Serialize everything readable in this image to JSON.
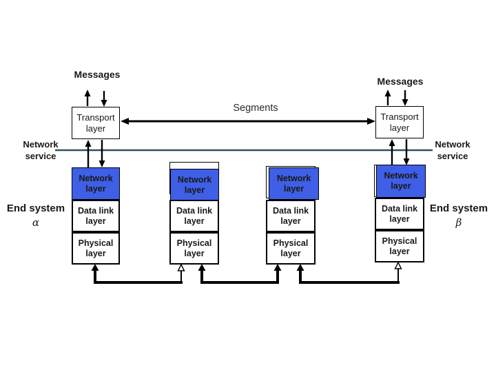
{
  "title_labels": {
    "messages_left": "Messages",
    "messages_right": "Messages",
    "segments": "Segments"
  },
  "network_service_left": {
    "line1": "Network",
    "line2": "service"
  },
  "network_service_right": {
    "line1": "Network",
    "line2": "service"
  },
  "transport_layer_box": {
    "line1": "Transport",
    "line2": "layer"
  },
  "layer_boxes": {
    "network": {
      "line1": "Network",
      "line2": "layer"
    },
    "data_link": {
      "line1": "Data link",
      "line2": "layer"
    },
    "physical": {
      "line1": "Physical",
      "line2": "layer"
    }
  },
  "end_system_left": {
    "label": "End system",
    "symbol": "α"
  },
  "end_system_right": {
    "label": "End system",
    "symbol": "β"
  },
  "colors": {
    "network_layer_fill": "#3E5FE6",
    "service_line_color": "#31505C",
    "diagram_text": "#1A1814"
  }
}
